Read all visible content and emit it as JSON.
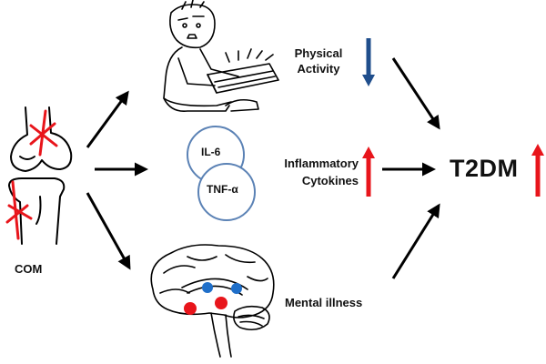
{
  "nodes": {
    "com": {
      "label": "COM"
    },
    "physical_activity": {
      "label_line1": "Physical",
      "label_line2": "Activity",
      "trend": "down"
    },
    "inflammatory_cytokines": {
      "label_line1": "Inflammatory",
      "label_line2": "Cytokines",
      "trend": "up"
    },
    "mental_illness": {
      "label": "Mental illness"
    },
    "t2dm": {
      "label": "T2DM",
      "trend": "up"
    }
  },
  "cytokines": {
    "il6": "IL-6",
    "tnf": "TNF-α"
  },
  "colors": {
    "arrow_black": "#000000",
    "arrow_down_blue": "#1f4e8c",
    "arrow_up_red": "#e8151b",
    "cytokine_circle": "#5b82b5",
    "brain_dot_blue": "#1f6fc9",
    "brain_dot_red": "#e8151b"
  },
  "icons": [
    "knee-joint-icon",
    "person-at-computer-icon",
    "brain-icon"
  ]
}
